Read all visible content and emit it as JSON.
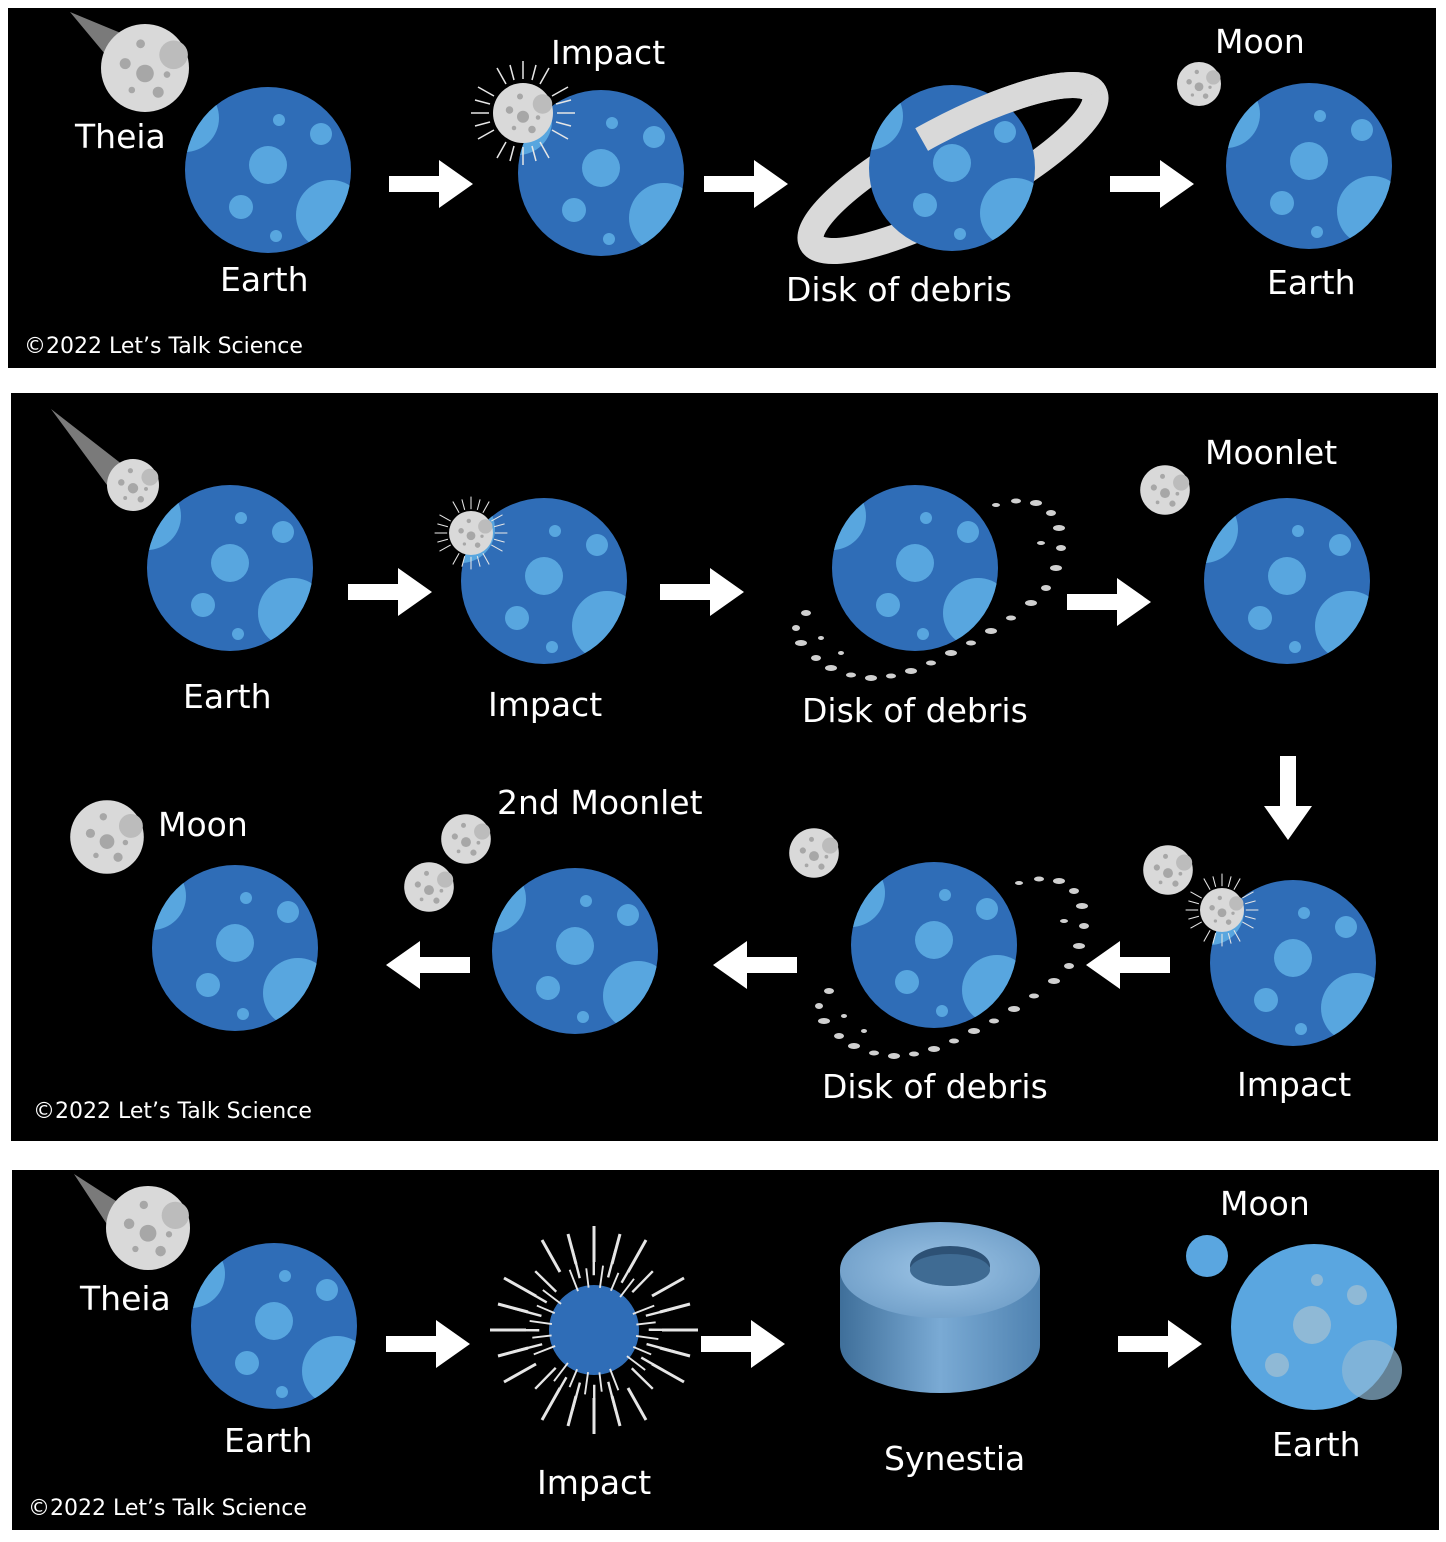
{
  "colors": {
    "background": "#000000",
    "planet": "#2f6db7",
    "crater": "#58a6df",
    "moon": "#d9d9d9",
    "moon_crater": "#a7a7a7",
    "arrow": "#ffffff",
    "synestia": "#6d9cc6",
    "new_earth": "#5aa6e0"
  },
  "panel1": {
    "labels": {
      "theia": "Theia",
      "earth": "Earth",
      "impact": "Impact",
      "disk": "Disk of debris",
      "moon": "Moon",
      "earth_final": "Earth"
    },
    "copyright": "©2022 Let’s Talk Science"
  },
  "panel2": {
    "labels": {
      "earth": "Earth",
      "impact": "Impact",
      "disk": "Disk of debris",
      "moonlet": "Moonlet",
      "impact2": "Impact",
      "disk2": "Disk of debris",
      "second_moonlet": "2nd Moonlet",
      "moon": "Moon"
    },
    "copyright": "©2022 Let’s Talk Science"
  },
  "panel3": {
    "labels": {
      "theia": "Theia",
      "earth": "Earth",
      "impact": "Impact",
      "synestia": "Synestia",
      "moon": "Moon",
      "earth_final": "Earth"
    },
    "copyright": "©2022 Let’s Talk Science"
  }
}
